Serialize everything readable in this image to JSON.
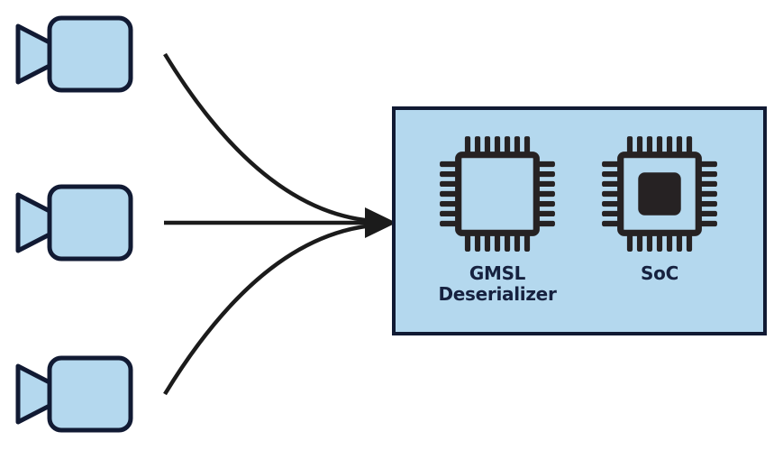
{
  "diagram": {
    "cameras": [
      {
        "icon": "video-camera-icon"
      },
      {
        "icon": "video-camera-icon"
      },
      {
        "icon": "video-camera-icon"
      }
    ],
    "connections": {
      "line_count": 3,
      "arrow_icon": "arrowhead-right-icon"
    },
    "box": {
      "chips": [
        {
          "icon": "microchip-outline-icon",
          "label_line1": "GMSL",
          "label_line2": "Deserializer"
        },
        {
          "icon": "microchip-filled-icon",
          "label_line1": "SoC",
          "label_line2": ""
        }
      ]
    },
    "colors": {
      "background": "#ffffff",
      "fill_blue": "#b4d8ee",
      "outline_navy": "#111a33",
      "chip_dark": "#262223",
      "line_black": "#1b1b1b",
      "text_navy": "#16213f"
    }
  }
}
